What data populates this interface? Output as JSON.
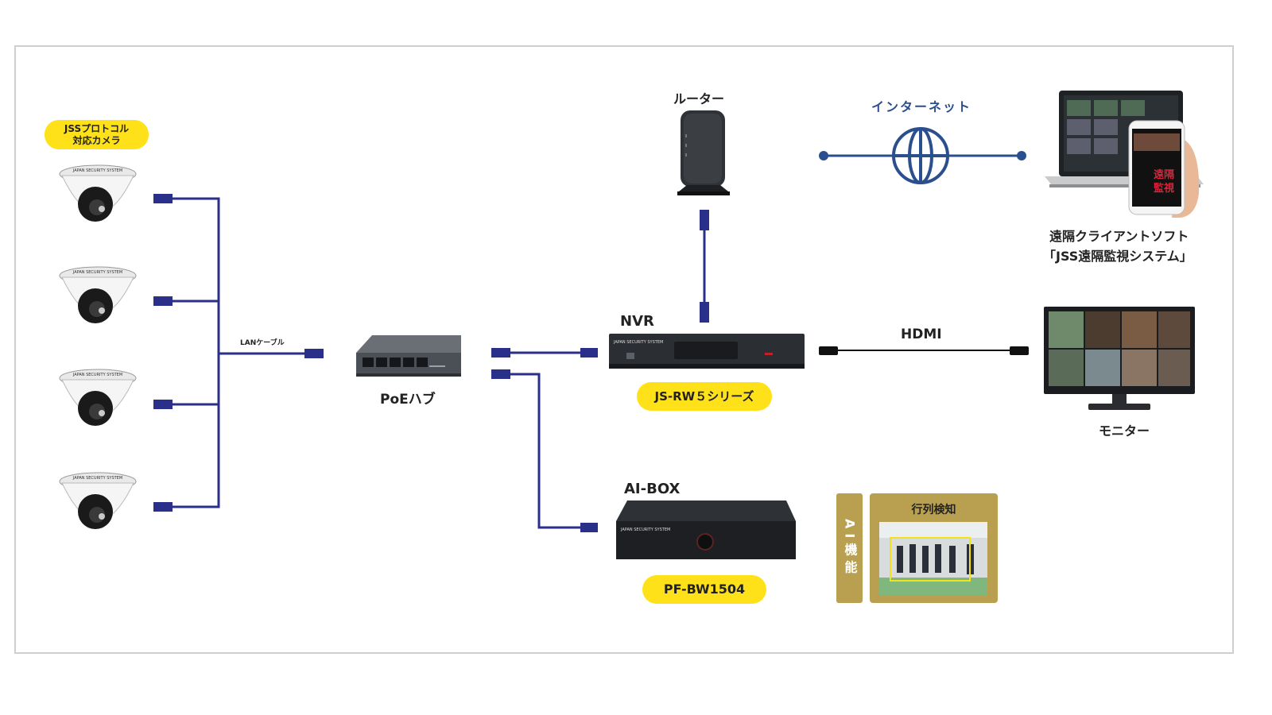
{
  "labels": {
    "camera_pill": "JSSプロトコル\n対応カメラ",
    "lan_cable": "LANケーブル",
    "poe_hub": "PoEハブ",
    "router": "ルーター",
    "internet": "インターネット",
    "nvr": "NVR",
    "nvr_model": "JS-RW５シリーズ",
    "hdmi": "HDMI",
    "monitor": "モニター",
    "remote_line1": "遠隔クライアントソフト",
    "remote_line2": "「JSS遠隔監視システム」",
    "ai_box": "AI-BOX",
    "ai_box_model": "PF-BW1504",
    "ai_function": "AI機能",
    "queue_detect": "行列検知"
  },
  "device_text": {
    "camera_brand": "JAPAN SECURITY SYSTEM",
    "nvr_brand": "JAPAN SECURITY SYSTEM",
    "aibox_brand": "JAPAN SECURITY SYSTEM",
    "phone_text1": "遠隔",
    "phone_text2": "監視"
  },
  "colors": {
    "cable": "#2a2f8a",
    "internet": "#2b4f8e",
    "pill": "#ffe11a",
    "ai_gold": "#b8a050",
    "frame": "#cfcfcf"
  }
}
